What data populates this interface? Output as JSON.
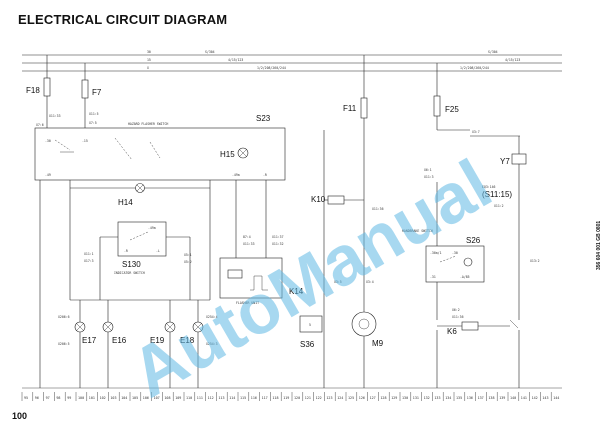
{
  "page": {
    "title": "ELECTRICAL CIRCUIT DIAGRAM",
    "number": "100",
    "side_code": "356 604 001 GB 0801",
    "watermark": "AutoManual"
  },
  "rails": {
    "top_left_terminal": "30",
    "top_wire_left": "S/304",
    "top_wire_right": "S/304",
    "mid_left_terminal": "15",
    "mid_wire_left": "4/15/123",
    "mid_wire_right": "4/15/123",
    "low_left_terminal": "X",
    "low_wire_left": "1/2/208/260/244",
    "low_wire_right": "1/2/208/260/244"
  },
  "components": {
    "F18": "F18",
    "F7": "F7",
    "F11": "F11",
    "F25": "F25",
    "S23": "S23",
    "S23_title": "HAZARD FLASHER SWITCH",
    "H15": "H15",
    "H14": "H14",
    "S130": "S130",
    "S130_title": "INDICATOR SWITCH",
    "K10": "K10",
    "K14": "K14",
    "K14_title": "FLASHER UNIT",
    "Y7": "Y7",
    "Y7_ref": "(S11:15)",
    "S26": "S26",
    "S26_title": "HANDBRAKE SWITCH",
    "K6": "K6",
    "S36": "S36",
    "M9": "M9",
    "E17": "E17",
    "E16": "E16",
    "E19": "E19",
    "E18": "E18"
  },
  "terminals": {
    "s23_pins": [
      "-30",
      "-15",
      "-49",
      "-49a",
      "-R"
    ],
    "s130_pins": [
      "-49a",
      "-R",
      "-L"
    ],
    "k14_pins": [
      "87:4",
      "X11:33",
      "X11:32"
    ],
    "s26_pins": [
      "-30a/1",
      "-30",
      "-31",
      "-A/85"
    ]
  },
  "wire_codes": {
    "left": [
      "X11:33",
      "X7:6",
      "X11:5",
      "X7:5",
      "X11:1",
      "X17:3",
      "X206:6",
      "X206:5"
    ],
    "center": [
      "X3:5",
      "X3:4",
      "X5:1",
      "X5:2",
      "X11:37",
      "X11:36",
      "X254:4",
      "X254:3"
    ],
    "right": [
      "X3:7",
      "X6:1",
      "X11:3",
      "X11:2",
      "X6:2",
      "X11:36",
      "EQ3:146",
      "X13:2"
    ]
  },
  "bottom_scale": [
    "95",
    "96",
    "97",
    "98",
    "99",
    "100",
    "101",
    "102",
    "103",
    "104",
    "105",
    "106",
    "107",
    "108",
    "109",
    "110",
    "111",
    "112",
    "113",
    "114",
    "115",
    "116",
    "117",
    "118",
    "119",
    "120",
    "121",
    "122",
    "123",
    "124",
    "125",
    "126",
    "127",
    "128",
    "129",
    "130",
    "131",
    "132",
    "133",
    "134",
    "135",
    "136",
    "137",
    "138",
    "139",
    "140",
    "141",
    "142",
    "143",
    "144"
  ]
}
